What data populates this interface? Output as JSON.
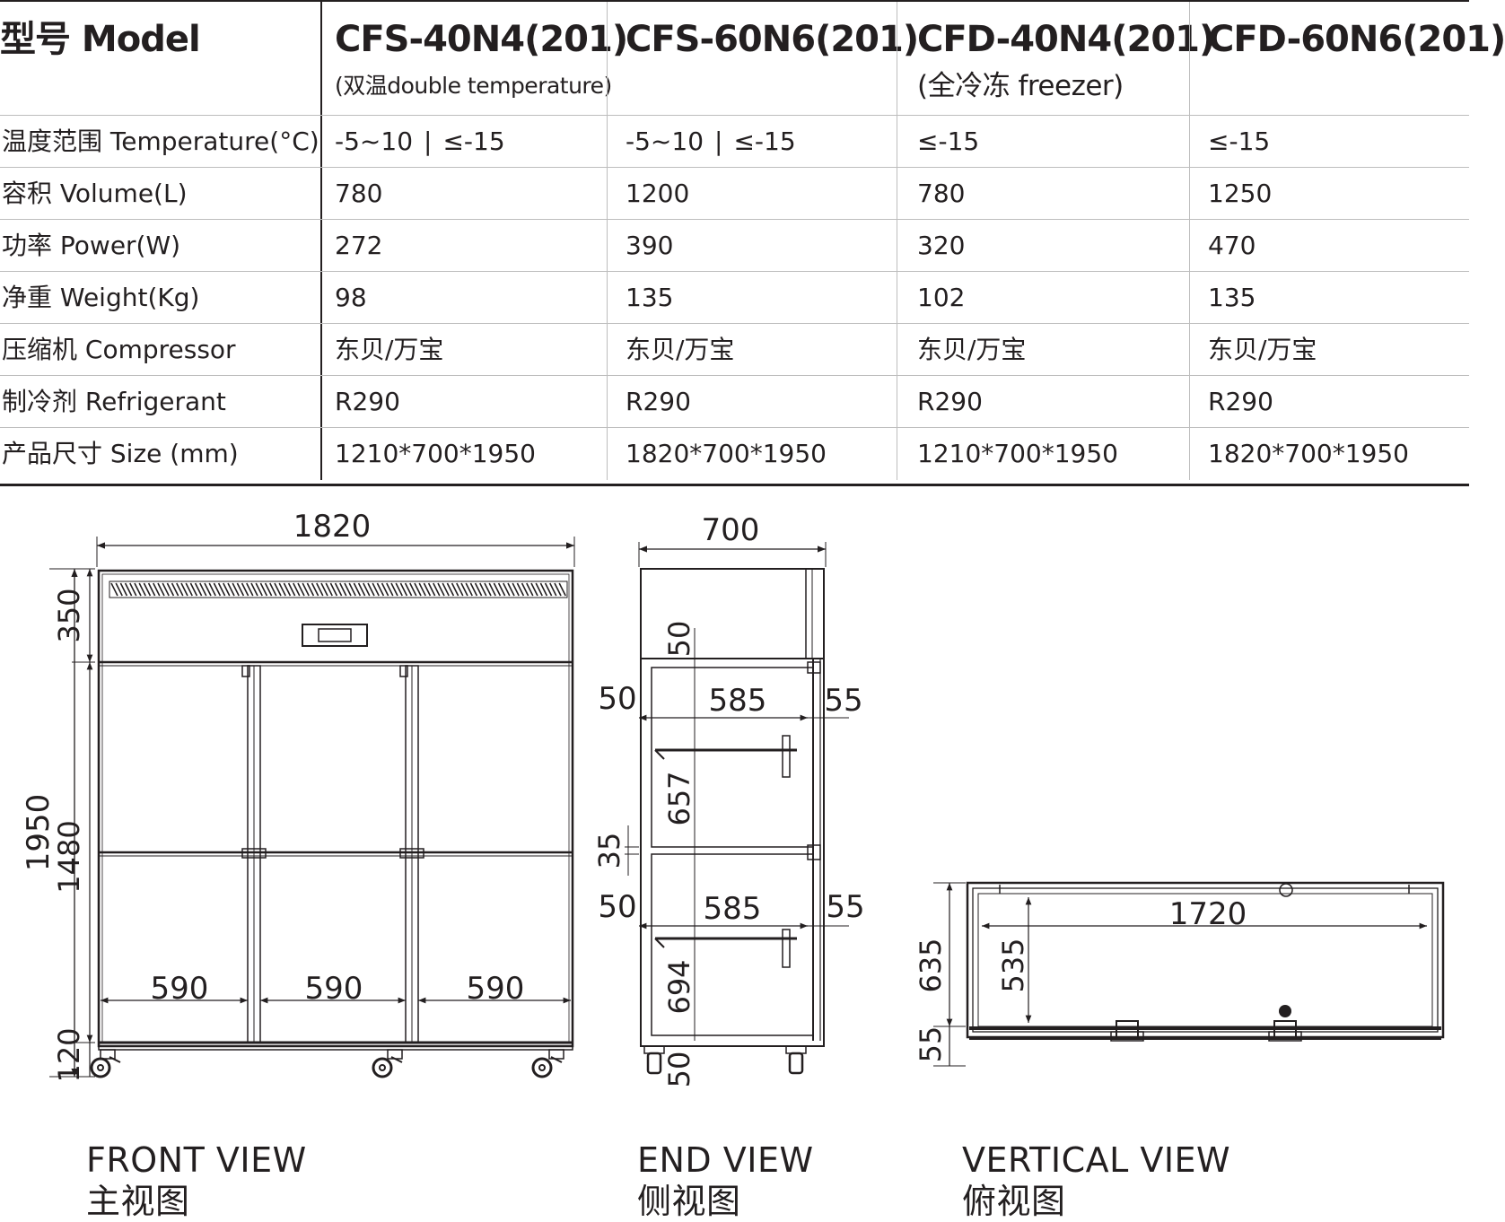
{
  "table": {
    "header_label": "型号 Model",
    "models": [
      {
        "name": "CFS-40N4(201)",
        "note": "(双温double temperature)"
      },
      {
        "name": "CFS-60N6(201)",
        "note": ""
      },
      {
        "name": "CFD-40N4(201)",
        "note": "(全冷冻 freezer)"
      },
      {
        "name": "CFD-60N6(201)",
        "note": ""
      }
    ],
    "rows": [
      {
        "label": "温度范围 Temperature(°C)",
        "values": [
          [
            "-5~10",
            "|",
            "≤-15"
          ],
          [
            "-5~10",
            "|",
            "≤-15"
          ],
          [
            "≤-15"
          ],
          [
            "≤-15"
          ]
        ]
      },
      {
        "label": "容积 Volume(L)",
        "values": [
          [
            "780"
          ],
          [
            "1200"
          ],
          [
            "780"
          ],
          [
            "1250"
          ]
        ]
      },
      {
        "label": "功率 Power(W)",
        "values": [
          [
            "272"
          ],
          [
            "390"
          ],
          [
            "320"
          ],
          [
            "470"
          ]
        ]
      },
      {
        "label": "净重 Weight(Kg)",
        "values": [
          [
            "98"
          ],
          [
            "135"
          ],
          [
            "102"
          ],
          [
            "135"
          ]
        ]
      },
      {
        "label": "压缩机 Compressor",
        "values": [
          [
            "东贝/万宝"
          ],
          [
            "东贝/万宝"
          ],
          [
            "东贝/万宝"
          ],
          [
            "东贝/万宝"
          ]
        ]
      },
      {
        "label": "制冷剂 Refrigerant",
        "values": [
          [
            "R290"
          ],
          [
            "R290"
          ],
          [
            "R290"
          ],
          [
            "R290"
          ]
        ]
      },
      {
        "label": "产品尺寸 Size (mm)",
        "values": [
          [
            "1210*700*1950"
          ],
          [
            "1820*700*1950"
          ],
          [
            "1210*700*1950"
          ],
          [
            "1820*700*1950"
          ]
        ]
      }
    ]
  },
  "views": {
    "front": {
      "caption_en": "FRONT VIEW",
      "caption_zh": "主视图",
      "dims": {
        "width": "1820",
        "height": "1950",
        "top": "350",
        "body": "1480",
        "base": "120",
        "door1": "590",
        "door2": "590",
        "door3": "590"
      }
    },
    "end": {
      "caption_en": "END VIEW",
      "caption_zh": "侧视图",
      "dims": {
        "width": "700",
        "top_gap": "50",
        "left_upper": "50",
        "inner_upper": "585",
        "right_upper": "55",
        "upper_h": "657",
        "mid_gap": "35",
        "left_lower": "50",
        "inner_lower": "585",
        "right_lower": "55",
        "lower_h": "694",
        "bottom_gap": "50"
      }
    },
    "vertical": {
      "caption_en": "VERTICAL VIEW",
      "caption_zh": "俯视图",
      "dims": {
        "inner_width": "1720",
        "depth": "635",
        "inner_depth": "535",
        "front_gap": "55"
      }
    }
  },
  "colors": {
    "ink": "#231f20",
    "rule": "#bdbdbd"
  }
}
